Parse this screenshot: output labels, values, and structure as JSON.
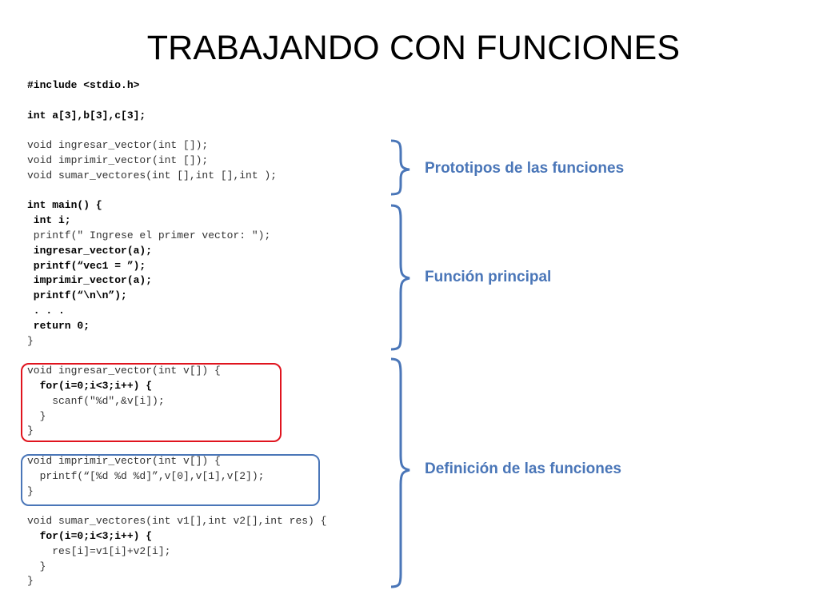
{
  "title": "TRABAJANDO CON FUNCIONES",
  "code_block_1": [
    {
      "text": "#include <stdio.h>",
      "style": "b"
    },
    {
      "text": "",
      "style": "g"
    },
    {
      "text": "int a[3],b[3],c[3];",
      "style": "b"
    },
    {
      "text": "",
      "style": "g"
    },
    {
      "text": "void ingresar_vector(int []);",
      "style": "g"
    },
    {
      "text": "void imprimir_vector(int []);",
      "style": "g"
    },
    {
      "text": "void sumar_vectores(int [],int [],int );",
      "style": "g"
    },
    {
      "text": "",
      "style": "g"
    },
    {
      "text": "int main() {",
      "style": "b"
    },
    {
      "text": " int i;",
      "style": "b"
    },
    {
      "text": " printf(\" Ingrese el primer vector: \");",
      "style": "g"
    },
    {
      "text": " ingresar_vector(a);",
      "style": "b"
    },
    {
      "text": " printf(“vec1 = ”);",
      "style": "b"
    },
    {
      "text": " imprimir_vector(a);",
      "style": "b"
    },
    {
      "text": " printf(“\\n\\n”);",
      "style": "b"
    },
    {
      "text": " . . .",
      "style": "b"
    },
    {
      "text": " return 0;",
      "style": "b"
    },
    {
      "text": "}",
      "style": "g"
    },
    {
      "text": "",
      "style": "g"
    },
    {
      "text": "void ingresar_vector(int v[]) {",
      "style": "g"
    },
    {
      "text": "  for(i=0;i<3;i++) {",
      "style": "b"
    },
    {
      "text": "    scanf(\"%d\",&v[i]);",
      "style": "g"
    },
    {
      "text": "  }",
      "style": "g"
    },
    {
      "text": "}",
      "style": "g"
    },
    {
      "text": "",
      "style": "g"
    },
    {
      "text": "void imprimir_vector(int v[]) {",
      "style": "g"
    },
    {
      "text": "  printf(“[%d %d %d]”,v[0],v[1],v[2]);",
      "style": "g"
    },
    {
      "text": "}",
      "style": "g"
    },
    {
      "text": "",
      "style": "g"
    },
    {
      "text": "void sumar_vectores(int v1[],int v2[],int res) {",
      "style": "g"
    },
    {
      "text": "  for(i=0;i<3;i++) {",
      "style": "b"
    },
    {
      "text": "    res[i]=v1[i]+v2[i];",
      "style": "g"
    },
    {
      "text": "  }",
      "style": "g"
    },
    {
      "text": "}",
      "style": "g"
    }
  ],
  "labels": {
    "prototypes": "Prototipos de las funciones",
    "main_function": "Función principal",
    "definitions": "Definición de las funciones"
  },
  "colors": {
    "accent_blue": "#4a76b8",
    "highlight_red": "#e0141e"
  }
}
